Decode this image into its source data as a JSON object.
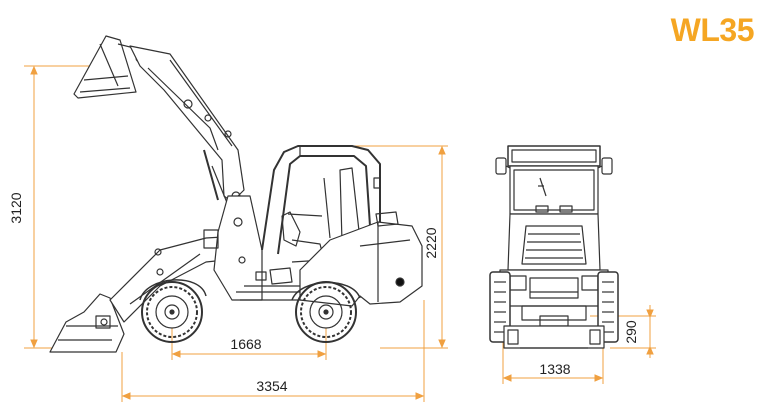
{
  "title": "WL35",
  "colors": {
    "accent": "#f5a623",
    "dimension_line": "#f0a040",
    "drawing_line": "#333333",
    "text": "#222222"
  },
  "dimensions": {
    "max_height": "3120",
    "cab_height": "2220",
    "wheelbase": "1668",
    "overall_length": "3354",
    "track_width": "1338",
    "ground_clearance": "290"
  },
  "views": [
    "side-view",
    "front-view"
  ]
}
